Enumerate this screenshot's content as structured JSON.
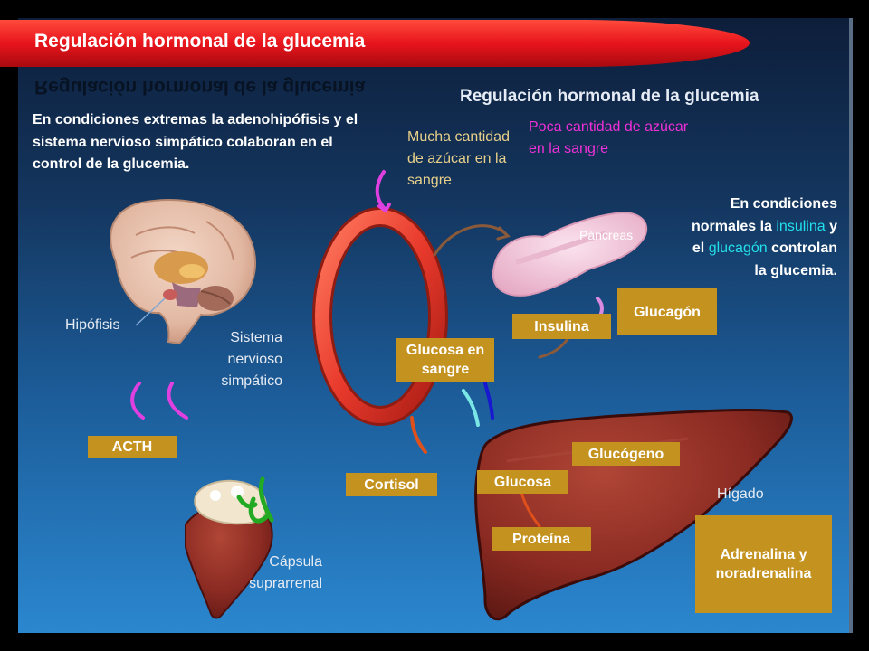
{
  "title": "Regulación hormonal de la glucemia",
  "subtitle": "Regulación hormonal de la glucemia",
  "text_extreme": "En condiciones extremas la adenohipófisis y el sistema nervioso simpático colaboran en el control de la glucemia.",
  "text_normal": {
    "p1": "En condiciones normales la",
    "insulina": "insulina",
    "p2": "y el",
    "glucagon": "glucagón",
    "p3": "controlan la glucemia."
  },
  "text_high_sugar": "Mucha cantidad de azúcar en la sangre",
  "text_low_sugar": "Poca cantidad de azúcar en la sangre",
  "labels": {
    "pancreas": "Páncreas",
    "hipofisis": "Hipófisis",
    "sistema_nervioso": "Sistema nervioso simpático",
    "capsula": "Cápsula suprarrenal",
    "higado": "Hígado"
  },
  "boxes": {
    "glucosa_sangre": "Glucosa en sangre",
    "insulina": "Insulina",
    "glucagon": "Glucagón",
    "acth": "ACTH",
    "cortisol": "Cortisol",
    "glucosa": "Glucosa",
    "glucogeno": "Glucógeno",
    "proteina": "Proteína",
    "adrenalina": "Adrenalina y noradrenalina"
  },
  "colors": {
    "box": "#c4921f",
    "banner": "#e8141c",
    "ring": "#e83a2c",
    "cyan_text": "#22e0ec",
    "magenta_text": "#f030d8"
  }
}
